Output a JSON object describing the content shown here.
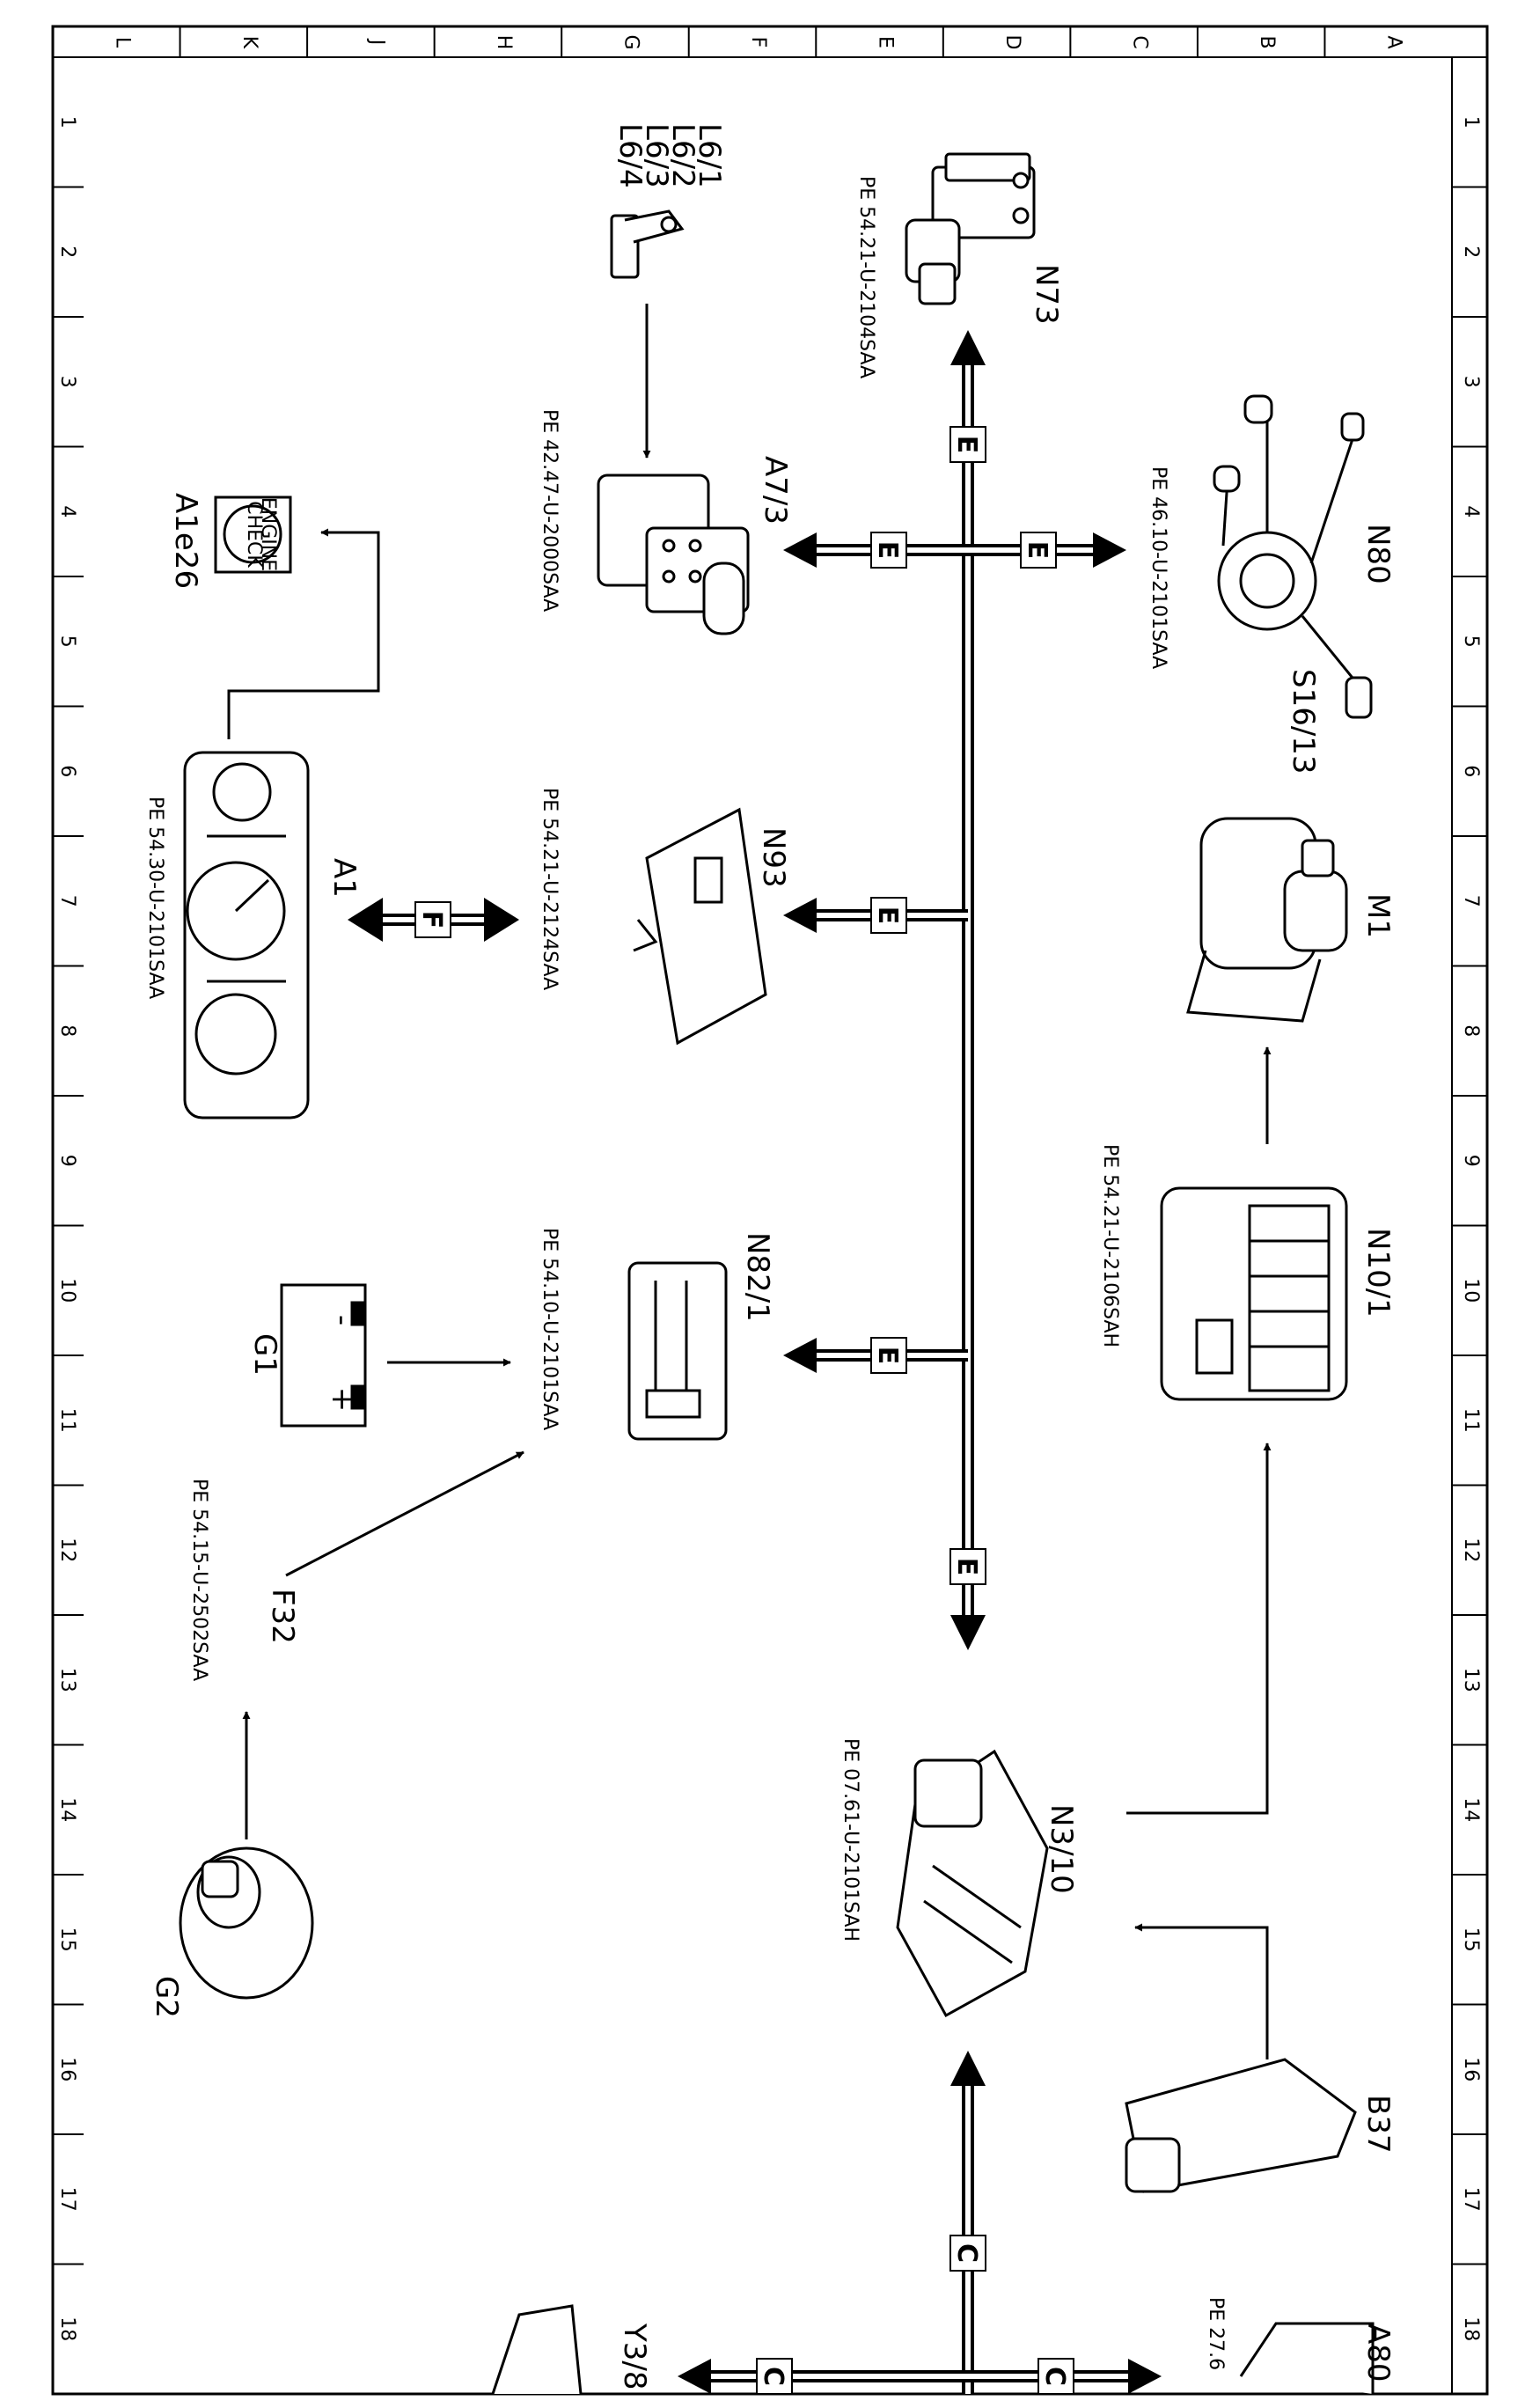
{
  "colors": {
    "ink": "#000000",
    "paper": "#ffffff"
  },
  "grid": {
    "columns": [
      "L",
      "K",
      "J",
      "H",
      "G",
      "F",
      "E",
      "D",
      "C",
      "B",
      "A"
    ],
    "rows": [
      "1",
      "2",
      "3",
      "4",
      "5",
      "6",
      "7",
      "8",
      "9",
      "10",
      "11",
      "12",
      "13",
      "14",
      "15",
      "16",
      "17",
      "18"
    ]
  },
  "bus_labels": {
    "e": "E",
    "f": "F",
    "c": "C"
  },
  "components": {
    "n73": {
      "label": "N73",
      "ref": "PE 54.21-U-2104SAA"
    },
    "n80": {
      "label": "N80",
      "ref": "PE 46.10-U-2101SAA"
    },
    "s16_13": {
      "label": "S16/13"
    },
    "a7_3": {
      "label": "A7/3",
      "ref": "PE 42.47-U-2000SAA"
    },
    "l6": {
      "l1": "L6/1",
      "l2": "L6/2",
      "l3": "L6/3",
      "l4": "L6/4"
    },
    "a1e26": {
      "label": "A1e26",
      "text1": "CHECK",
      "text2": "ENGINE"
    },
    "a1": {
      "label": "A1",
      "ref": "PE 54.30-U-2101SAA"
    },
    "n93": {
      "label": "N93",
      "ref": "PE 54.21-U-2124SAA"
    },
    "m1": {
      "label": "M1"
    },
    "n10_1": {
      "label": "N10/1",
      "ref": "PE 54.21-U-2106SAH"
    },
    "n82_1": {
      "label": "N82/1",
      "ref": "PE 54.10-U-2101SAA"
    },
    "g1": {
      "label": "G1",
      "minus": "-",
      "plus": "+"
    },
    "f32": {
      "label": "F32",
      "ref": "PE 54.15-U-2502SAA"
    },
    "g2": {
      "label": "G2"
    },
    "n3_10": {
      "label": "N3/10",
      "ref": "PE 07.61-U-2101SAH"
    },
    "b37": {
      "label": "B37"
    },
    "a80": {
      "label": "A80",
      "ref": "PE 27.6"
    },
    "y3_8": {
      "label": "Y3/8"
    }
  }
}
